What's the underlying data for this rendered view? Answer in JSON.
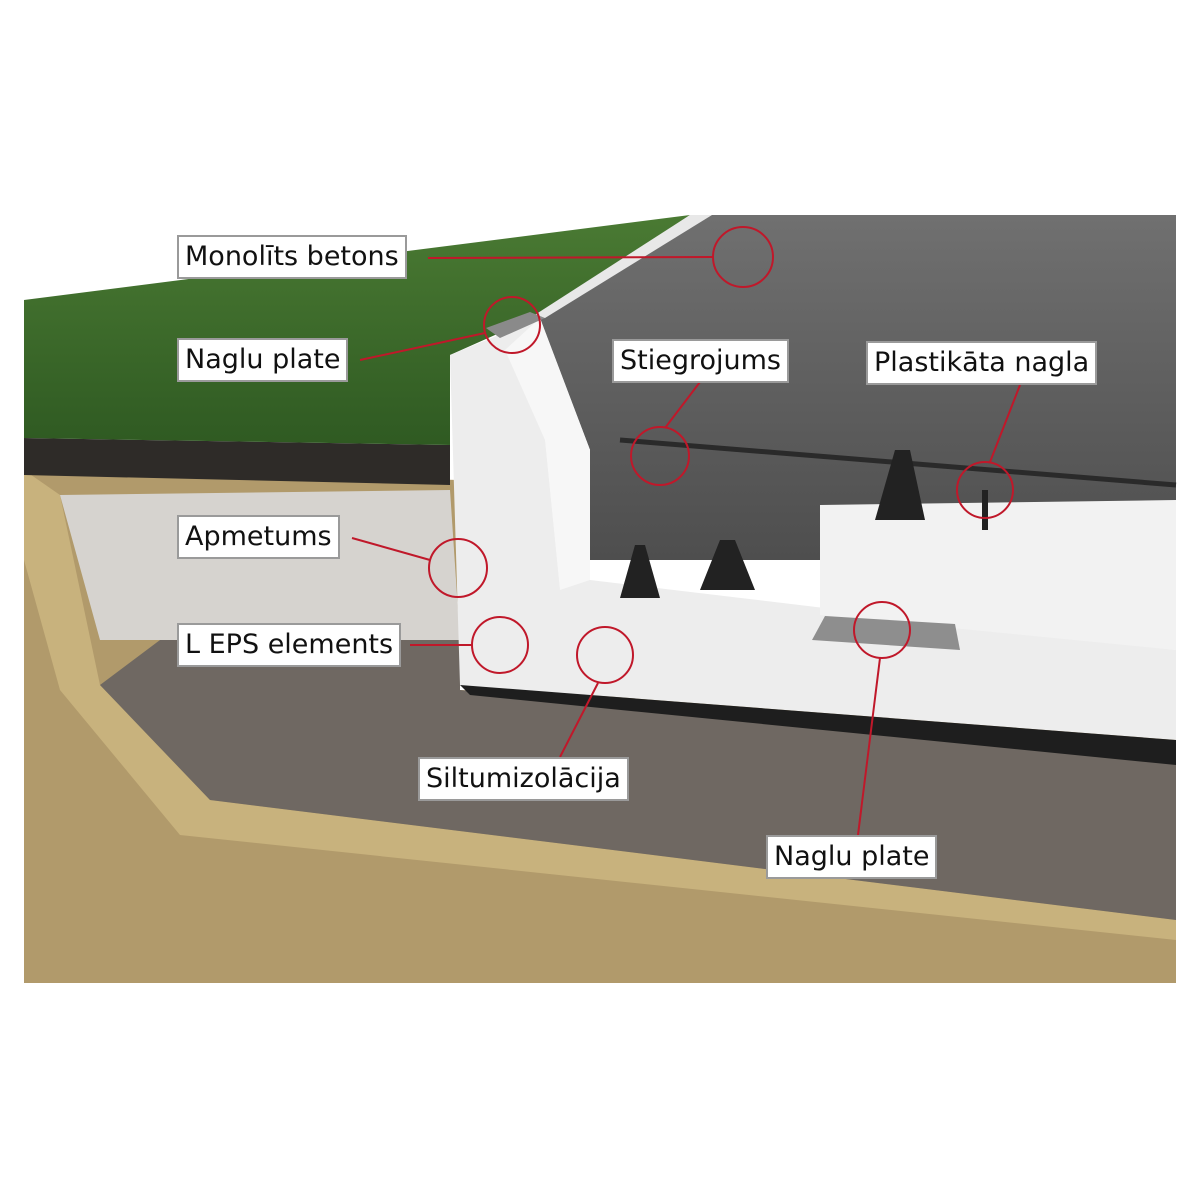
{
  "labels": {
    "monolits_betons": "Monolīts betons",
    "naglu_plate_top": "Naglu plate",
    "stiegrojums": "Stiegrojums",
    "plastikata_nagla": "Plastikāta nagla",
    "apmetums": "Apmetums",
    "l_eps_elements": "L EPS elements",
    "siltumizolacija": "Siltumizolācija",
    "naglu_plate_bottom": "Naglu plate"
  },
  "colors": {
    "callout": "#c0182a",
    "grass": "#3f6b2c",
    "concrete": "#6f6f6f",
    "eps": "#eeeeee",
    "gravel": "#6e6660",
    "soil": "#b39a6a"
  }
}
